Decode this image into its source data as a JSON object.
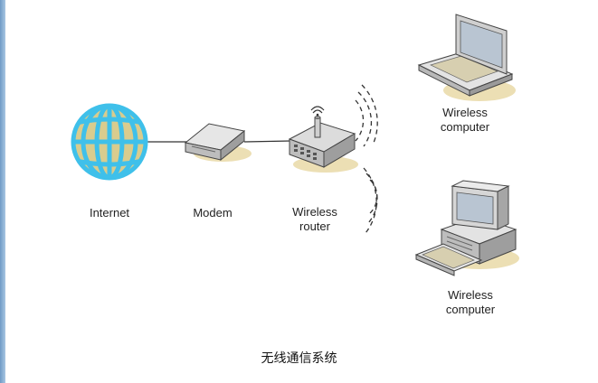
{
  "colors": {
    "globe_blue": "#3fc0ea",
    "globe_land": "#d9cc8e",
    "device_gray": "#c9c9c9",
    "device_shadow": "#ecdfb4",
    "wave_dash": "#333333"
  },
  "nodes": {
    "internet": {
      "label": "Internet",
      "icon": "globe-icon"
    },
    "modem": {
      "label": "Modem",
      "icon": "modem-icon"
    },
    "router": {
      "line1": "Wireless",
      "line2": "router",
      "icon": "router-icon"
    },
    "laptop": {
      "line1": "Wireless",
      "line2": "computer",
      "icon": "laptop-icon"
    },
    "desktop": {
      "line1": "Wireless",
      "line2": "computer",
      "icon": "desktop-computer-icon"
    }
  },
  "caption": "无线通信系统"
}
